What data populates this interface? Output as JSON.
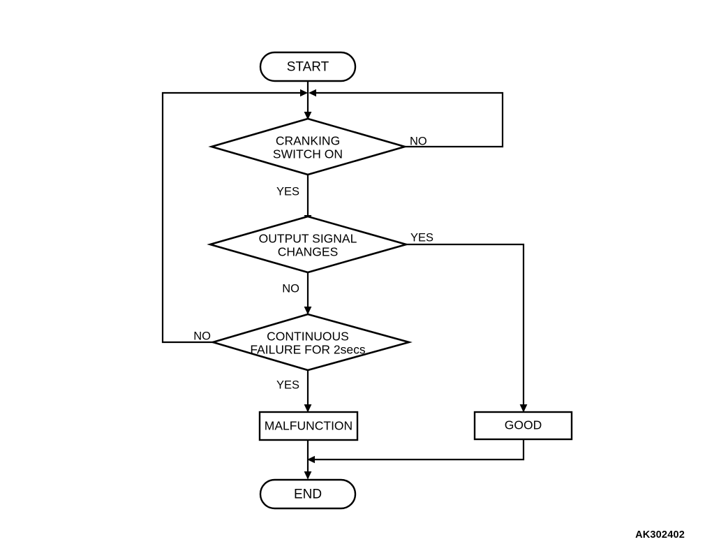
{
  "diagram": {
    "title_code": "AK302402",
    "type": "flowchart",
    "background_color": "#ffffff",
    "line_color": "#000000",
    "nodes": {
      "start": {
        "label": "START",
        "shape": "terminator"
      },
      "decision_cranking": {
        "label_line1": "CRANKING",
        "label_line2": "SWITCH ON",
        "shape": "decision"
      },
      "decision_output": {
        "label_line1": "OUTPUT SIGNAL",
        "label_line2": "CHANGES",
        "shape": "decision"
      },
      "decision_continuous": {
        "label_line1": "CONTINUOUS",
        "label_line2": "FAILURE FOR 2secs",
        "shape": "decision"
      },
      "malfunction": {
        "label": "MALFUNCTION",
        "shape": "process"
      },
      "good": {
        "label": "GOOD",
        "shape": "process"
      },
      "end": {
        "label": "END",
        "shape": "terminator"
      }
    },
    "edge_labels": {
      "cranking_no": "NO",
      "cranking_yes": "YES",
      "output_yes": "YES",
      "output_no": "NO",
      "continuous_no": "NO",
      "continuous_yes": "YES"
    }
  }
}
